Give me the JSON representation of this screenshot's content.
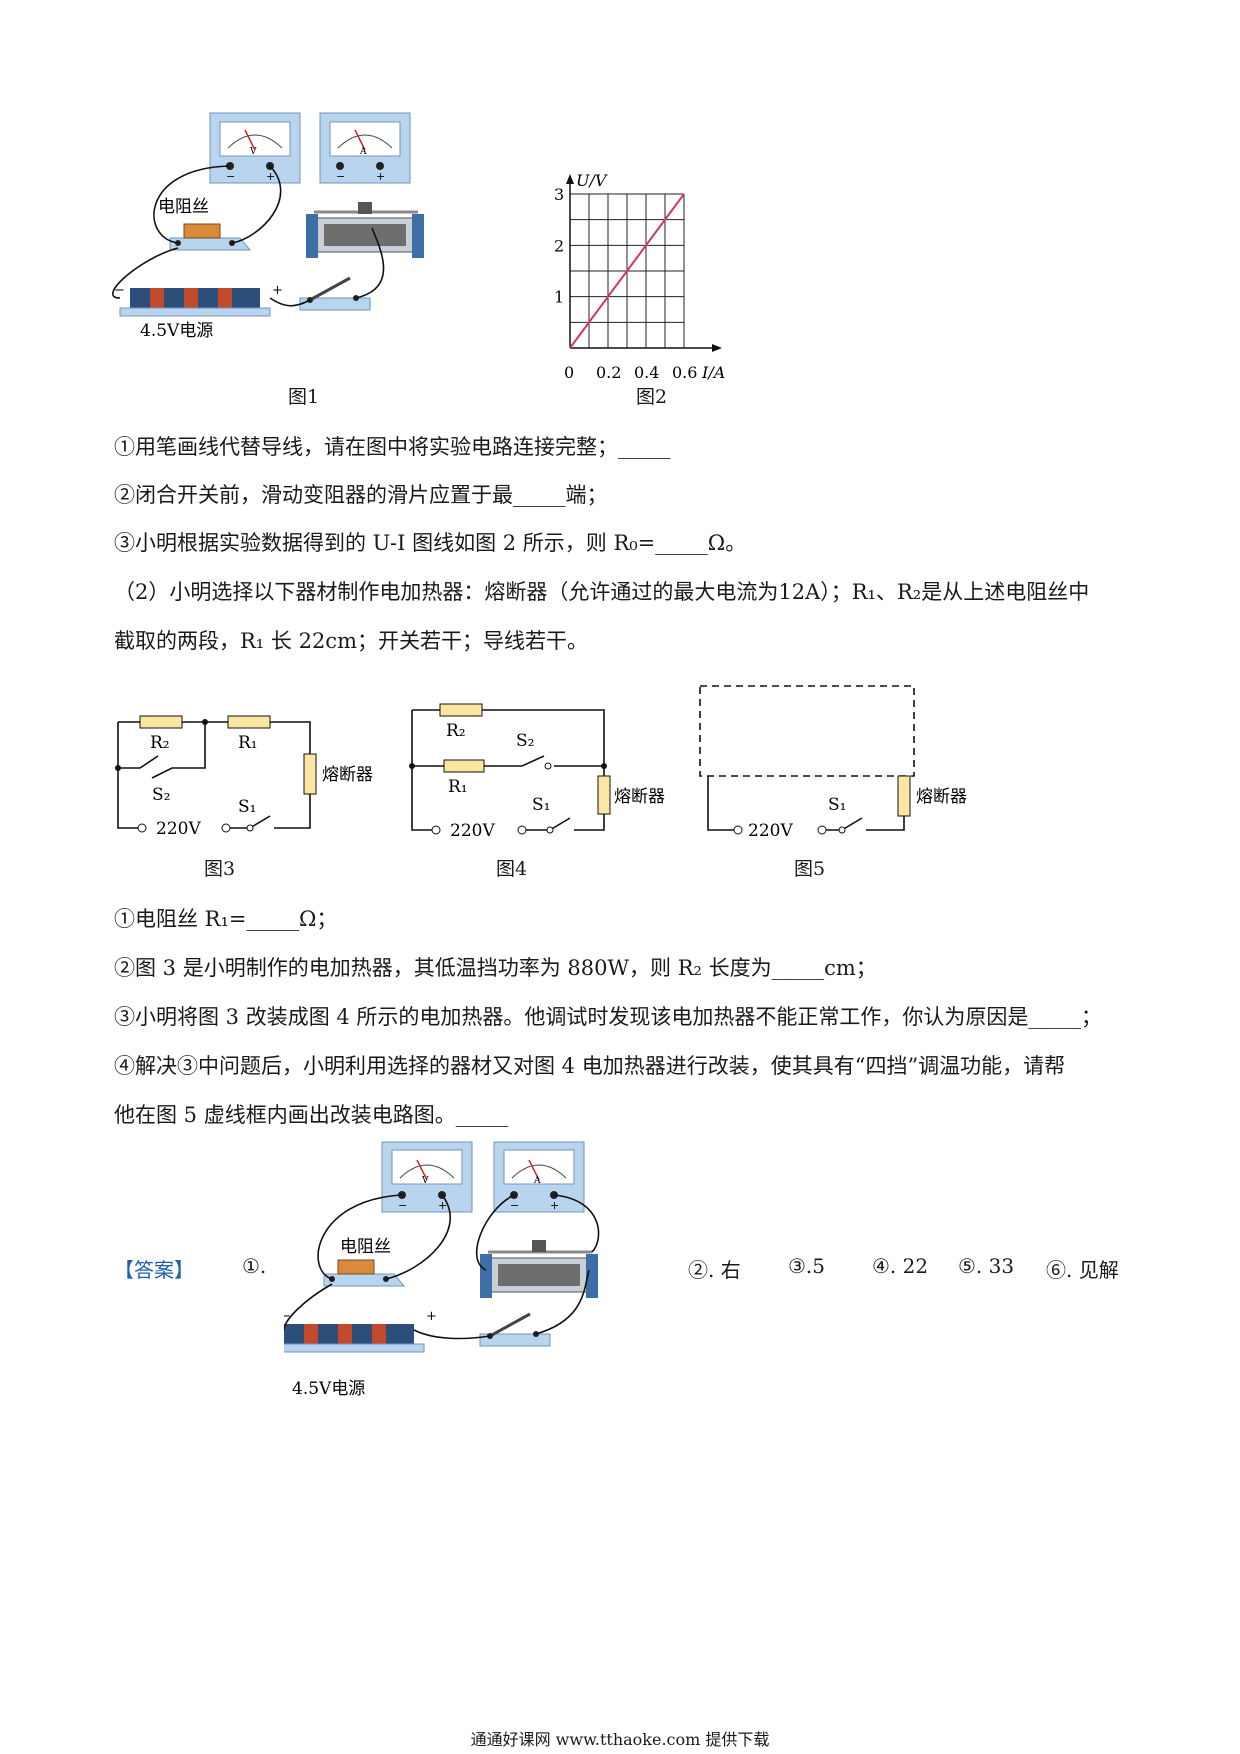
{
  "fig1": {
    "caption": "图1",
    "wire_label": "电阻丝",
    "source_label": "4.5V电源",
    "voltmeter_letter": "V",
    "ammeter_letter": "A",
    "minus": "−",
    "plus": "+"
  },
  "fig2": {
    "caption": "图2",
    "chart_data": {
      "type": "line",
      "ylabel": "U/V",
      "xlabel": "I/A",
      "x_ticks": [
        "0",
        "0.2",
        "0.4",
        "0.6"
      ],
      "y_ticks": [
        "1",
        "2",
        "3"
      ],
      "xlim": [
        0,
        0.6
      ],
      "ylim": [
        0,
        3
      ],
      "grid": true,
      "series": [
        {
          "x": [
            0,
            0.6
          ],
          "y": [
            0,
            3
          ],
          "color": "#d6336c"
        }
      ]
    }
  },
  "questions1": {
    "q1": "①用笔画线代替导线，请在图中将实验电路连接完整；_____",
    "q2": "②闭合开关前，滑动变阻器的滑片应置于最_____端；",
    "q3": "③小明根据实验数据得到的 U-I 图线如图 2 所示，则 R₀=_____Ω。",
    "p2_line1": "（2）小明选择以下器材制作电加热器：熔断器（允许通过的最大电流为12A）；R₁、R₂是从上述电阻丝中",
    "p2_line2": "截取的两段，R₁ 长 22cm；开关若干；导线若干。"
  },
  "fig3": {
    "caption": "图3",
    "r2": "R₂",
    "r1": "R₁",
    "s2": "S₂",
    "s1": "S₁",
    "volt": "220V",
    "fuse": "熔断器"
  },
  "fig4": {
    "caption": "图4",
    "r2": "R₂",
    "r1": "R₁",
    "s2": "S₂",
    "s1": "S₁",
    "volt": "220V",
    "fuse": "熔断器"
  },
  "fig5": {
    "caption": "图5",
    "s1": "S₁",
    "volt": "220V",
    "fuse": "熔断器"
  },
  "questions2": {
    "q1": "①电阻丝 R₁=_____Ω；",
    "q2": "②图 3 是小明制作的电加热器，其低温挡功率为 880W，则 R₂ 长度为_____cm；",
    "q3": "③小明将图 3 改装成图 4 所示的电加热器。他调试时发现该电加热器不能正常工作，你认为原因是_____；",
    "q4_line1": "④解决③中问题后，小明利用选择的器材又对图 4 电加热器进行改装，使其具有“四挡”调温功能，请帮",
    "q4_line2": "他在图 5 虚线框内画出改装电路图。_____"
  },
  "answer": {
    "tag": "【答案】",
    "a1": "①.",
    "a2": "②. 右",
    "a3": "③.5",
    "a4": "④. 22",
    "a5": "⑤. 33",
    "a6": "⑥. 见解",
    "wire_label": "电阻丝",
    "source_label": "4.5V电源",
    "voltmeter_letter": "V",
    "ammeter_letter": "A",
    "minus": "−",
    "plus": "+"
  },
  "footer": "通通好课网  www.tthaoke.com  提供下载",
  "colors": {
    "accent_red": "#d6336c",
    "answer_blue": "#1f5fa8",
    "device_blue": "#b8d4ef"
  }
}
